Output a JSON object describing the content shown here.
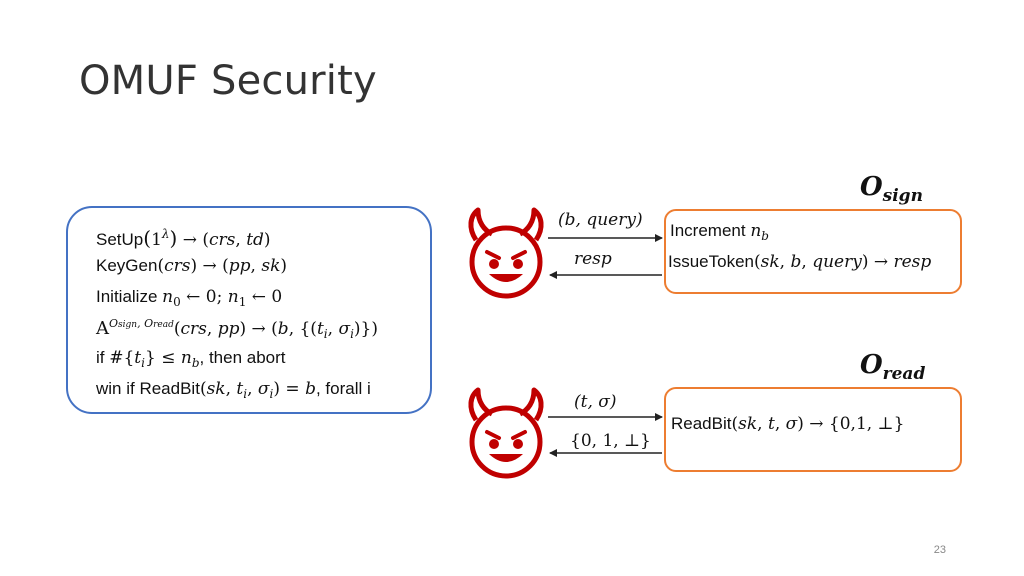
{
  "slide": {
    "title": "OMUF Security",
    "page_number": "23"
  },
  "game": {
    "setup": "SetUp",
    "keygen": "KeyGen",
    "initialize": "Initialize",
    "if_text": "if",
    "then_abort": ", then abort",
    "win_if": "win if ReadBit",
    "forall": ", forall i"
  },
  "sign_oracle": {
    "label": "O",
    "label_sub": "sign",
    "line1_text": "Increment",
    "line2_text": "IssueToken",
    "query_msg": "(b, query)",
    "response_msg": "resp"
  },
  "read_oracle": {
    "label": "O",
    "label_sub": "read",
    "line1_text": "ReadBit",
    "query_msg": "(t, σ)",
    "response_msg": "{0, 1, ⊥}"
  },
  "colors": {
    "game_border": "#4472c4",
    "oracle_border": "#ed7d31",
    "adversary": "#c00000"
  },
  "icons": [
    "devil-face-icon",
    "devil-face-icon"
  ]
}
